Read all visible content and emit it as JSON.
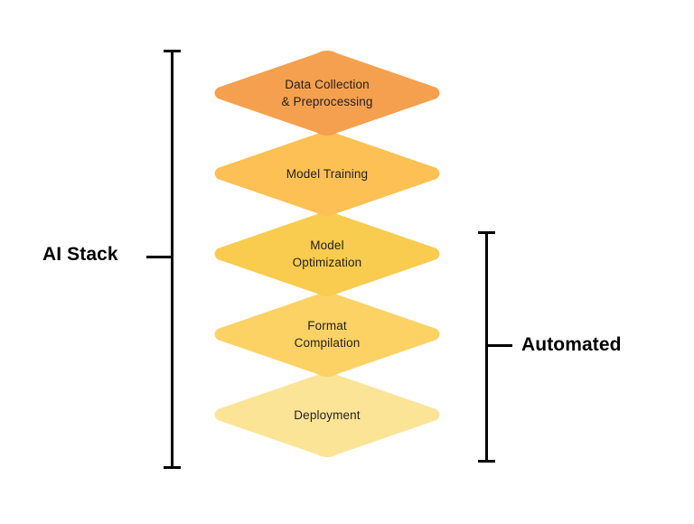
{
  "diagram": {
    "title": "AI Stack layered pyramid diagram",
    "background": "#FFFFFF",
    "text_color": "#231F20",
    "bracket_color": "#000000",
    "layers": [
      {
        "id": "data-collection",
        "line1": "Data Collection",
        "line2": "& Preprocessing",
        "color": "#F5A04E",
        "order": 1
      },
      {
        "id": "model-training",
        "line1": "Model Training",
        "line2": "",
        "color": "#FCC054",
        "order": 2
      },
      {
        "id": "model-optimization",
        "line1": "Model",
        "line2": "Optimization",
        "color": "#F9CB4E",
        "order": 3
      },
      {
        "id": "format-compilation",
        "line1": "Format",
        "line2": "Compilation",
        "color": "#FCD265",
        "order": 4
      },
      {
        "id": "deployment",
        "line1": "Deployment",
        "line2": "",
        "color": "#FCE497",
        "order": 5
      }
    ],
    "brackets": {
      "left": {
        "label": "AI Stack",
        "spans_layers": [
          "data-collection",
          "model-training",
          "model-optimization",
          "format-compilation",
          "deployment"
        ]
      },
      "right": {
        "label": "Automated",
        "spans_layers": [
          "model-optimization",
          "format-compilation",
          "deployment"
        ]
      }
    }
  }
}
